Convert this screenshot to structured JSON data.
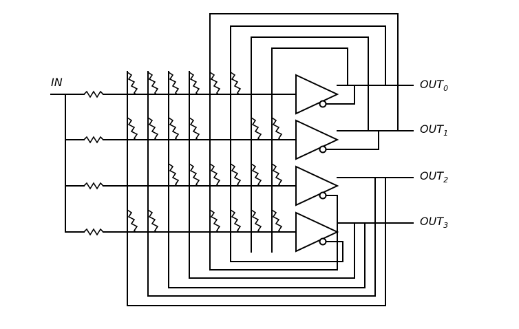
{
  "labels": {
    "input": "IN",
    "outputs": [
      {
        "name": "OUT",
        "index": "0"
      },
      {
        "name": "OUT",
        "index": "1"
      },
      {
        "name": "OUT",
        "index": "2"
      },
      {
        "name": "OUT",
        "index": "3"
      }
    ]
  },
  "network": {
    "rows": 4,
    "columns": 8,
    "weights": [
      [
        1,
        1,
        1,
        1,
        1,
        1,
        0,
        0
      ],
      [
        1,
        1,
        1,
        1,
        0,
        0,
        1,
        1
      ],
      [
        0,
        0,
        1,
        1,
        1,
        1,
        1,
        1
      ],
      [
        1,
        1,
        0,
        0,
        1,
        1,
        1,
        1
      ]
    ]
  },
  "colors": {
    "ink": "#000000",
    "background": "#ffffff"
  }
}
